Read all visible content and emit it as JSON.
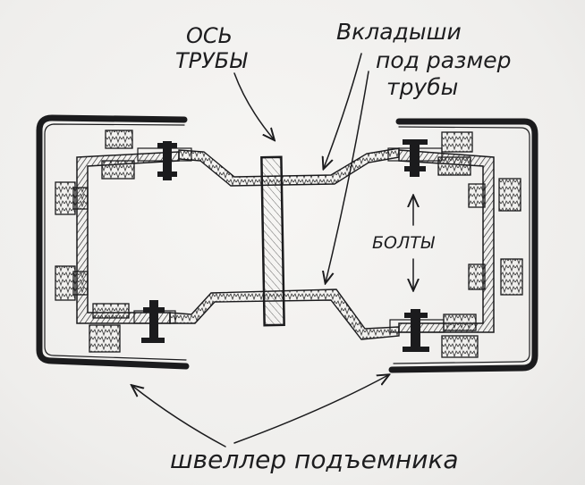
{
  "labels": {
    "axis_line1": "ОСЬ",
    "axis_line2": "ТРУБЫ",
    "inserts_line1": "Вкладыши",
    "inserts_line2": "под размер",
    "inserts_line3": "трубы",
    "bolts": "БОЛТЫ",
    "channel": "швеллер подъемника"
  },
  "colors": {
    "ink": "#1b1b1d",
    "paper": "#f2f1ef"
  }
}
